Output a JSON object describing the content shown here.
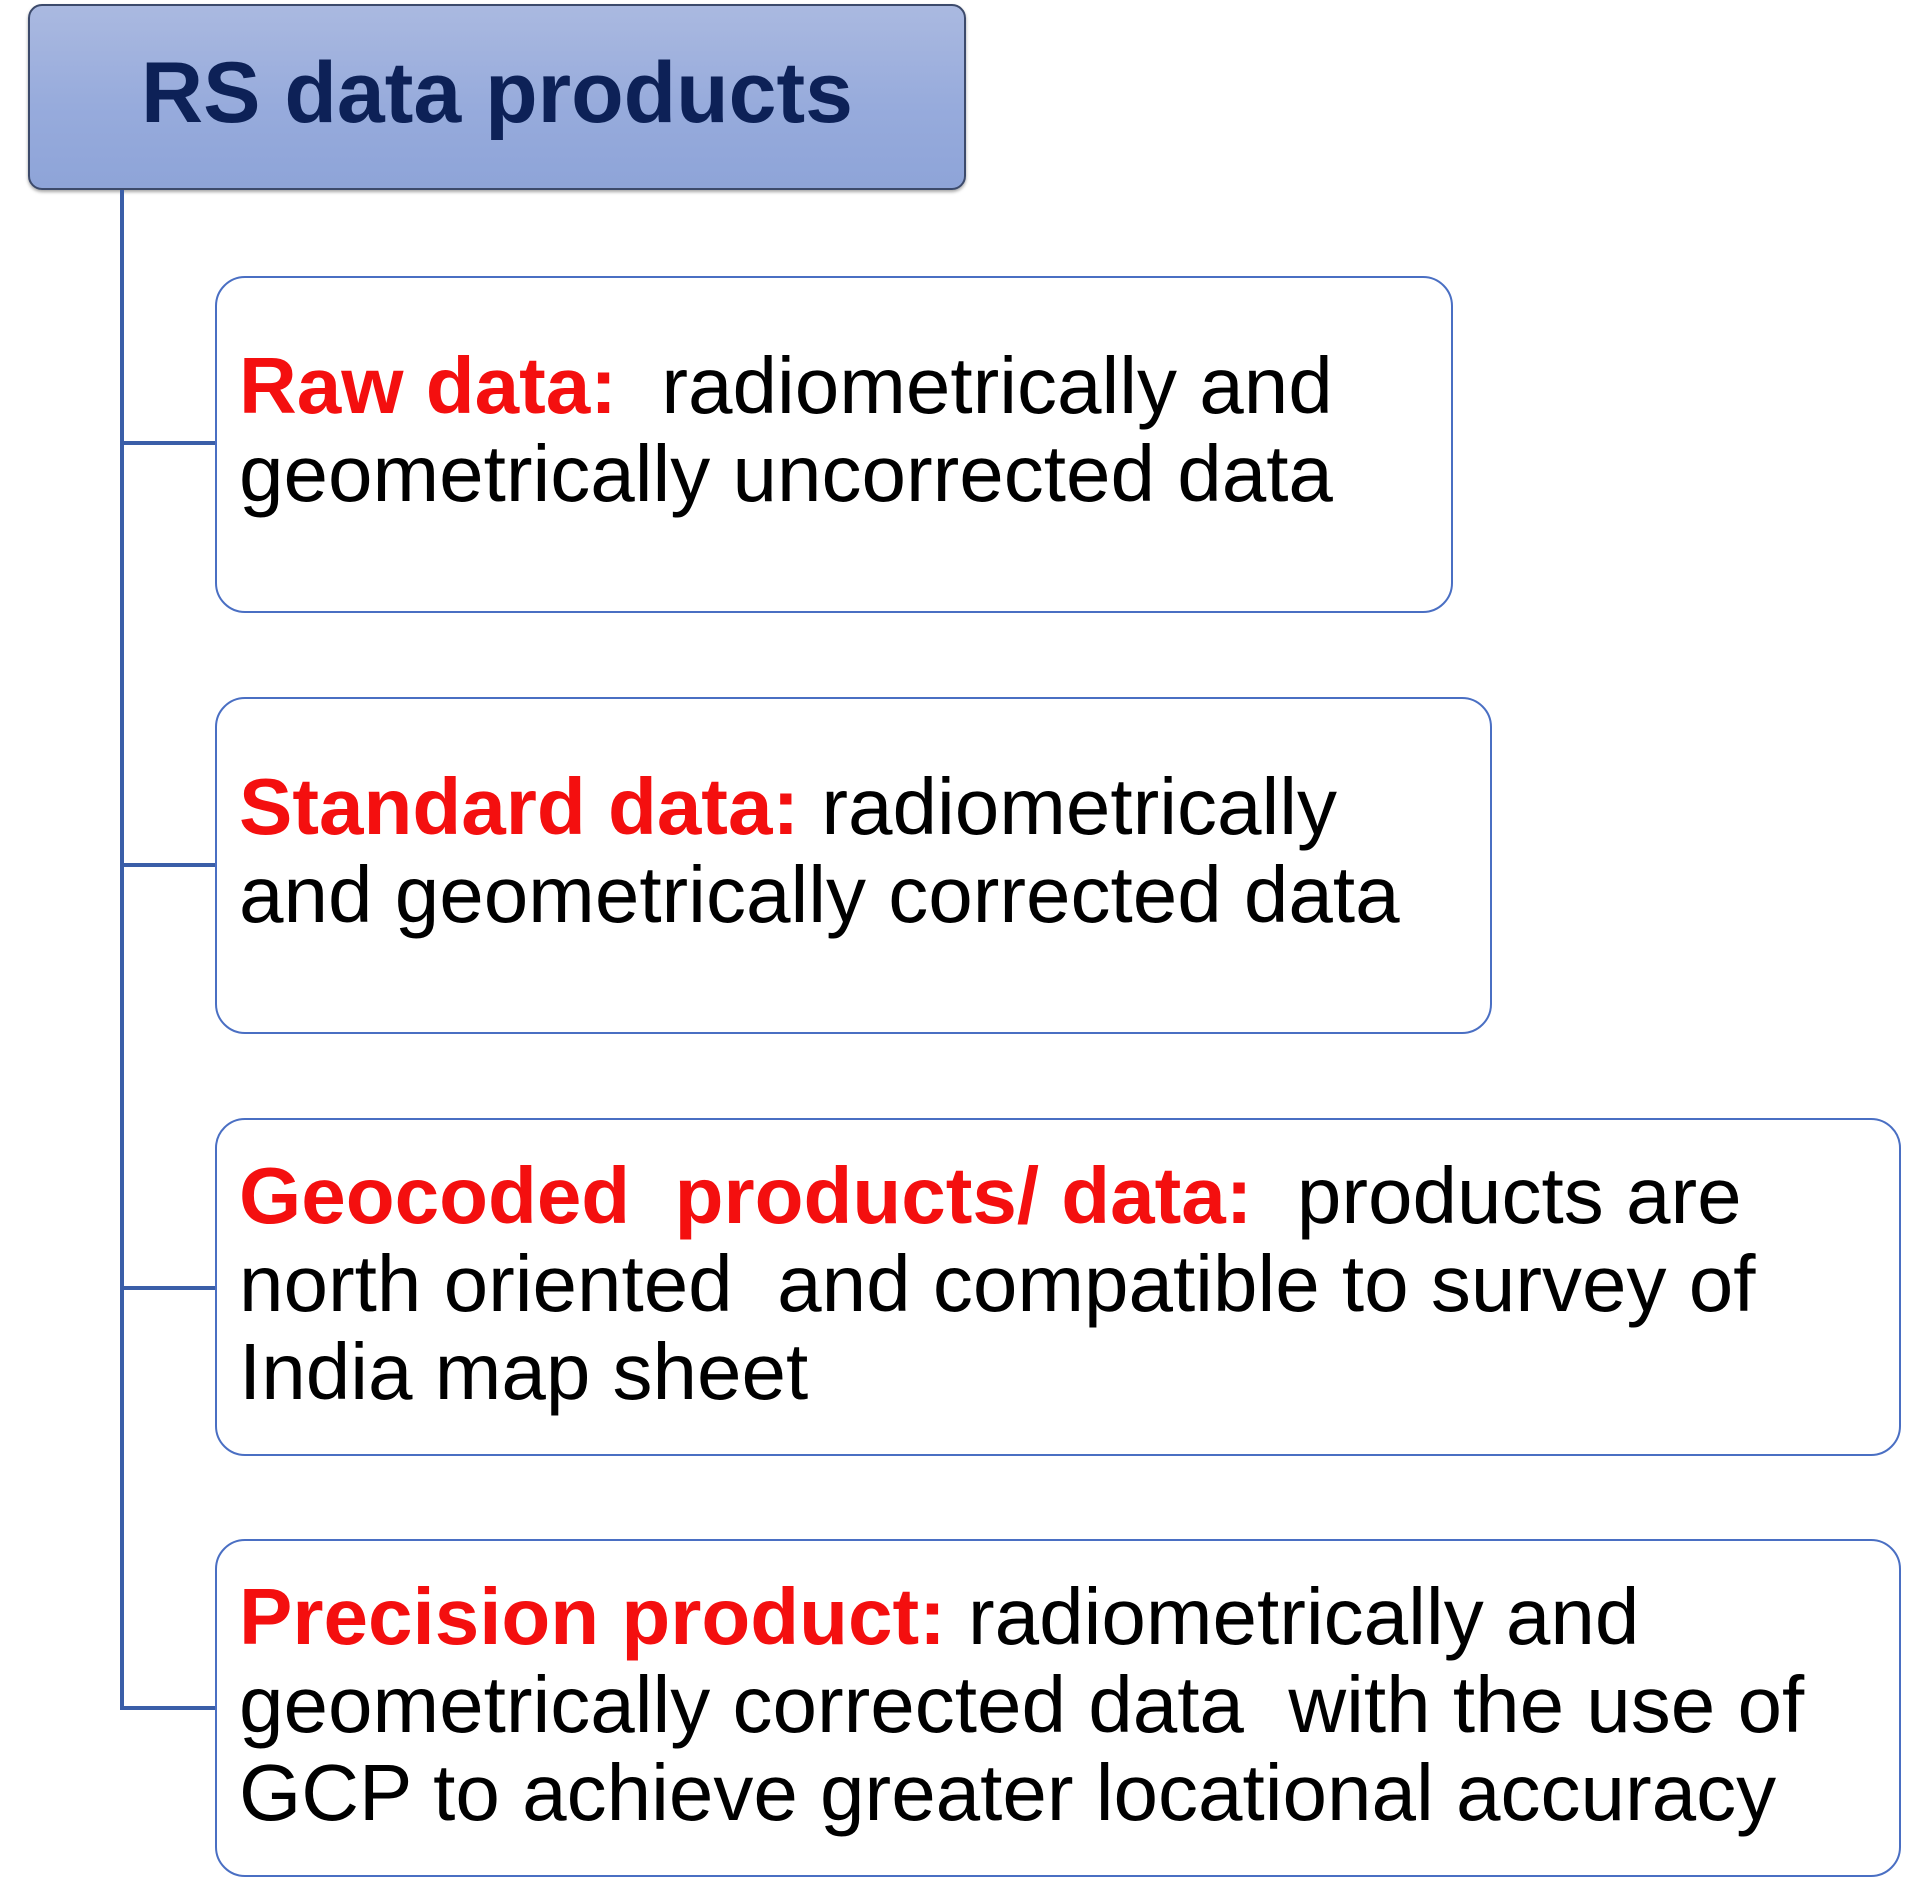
{
  "root": {
    "title": "RS data products"
  },
  "items": [
    {
      "term": "Raw data:",
      "description": "radiometrically and geometrically uncorrected data"
    },
    {
      "term": "Standard data:",
      "description": "radiometrically and geometrically corrected data"
    },
    {
      "term": "Geocoded  products/ data:",
      "description": "products are north oriented  and compatible to survey of India map sheet"
    },
    {
      "term": "Precision product:",
      "description": "radiometrically and geometrically corrected data  with the use of GCP to achieve greater locational accuracy"
    }
  ],
  "colors": {
    "root_fill": "#97abdc",
    "root_text": "#0d2157",
    "term_text": "#f40f0f",
    "connector": "#3a5ea8",
    "node_border": "#4a6fc3"
  }
}
